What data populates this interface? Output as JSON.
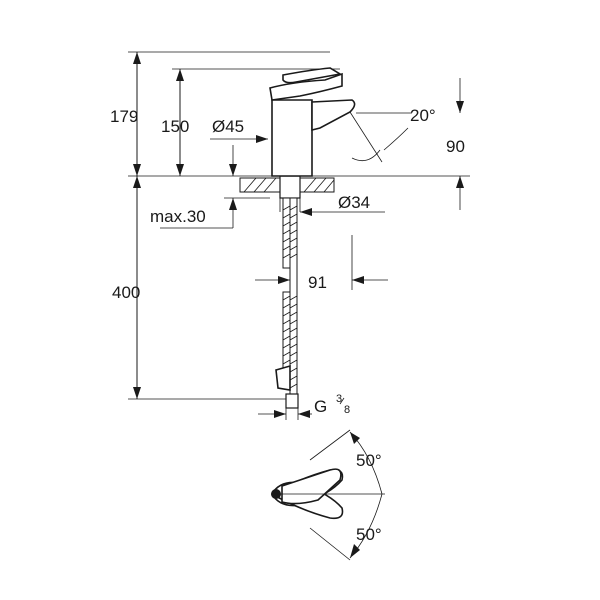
{
  "dimensions": {
    "overall_height": "179",
    "spout_height": "150",
    "body_diameter": "Ø45",
    "spout_angle": "20°",
    "spout_drop": "90",
    "hole_diameter": "Ø34",
    "max_deck_thickness": "max.30",
    "hose_length": "400",
    "spout_reach": "91",
    "connection_thread": "G",
    "thread_numerator": "3",
    "thread_denominator": "8",
    "lever_angle_upper": "50°",
    "lever_angle_lower": "50°"
  },
  "colors": {
    "line": "#1a1a1a",
    "background": "#ffffff"
  }
}
